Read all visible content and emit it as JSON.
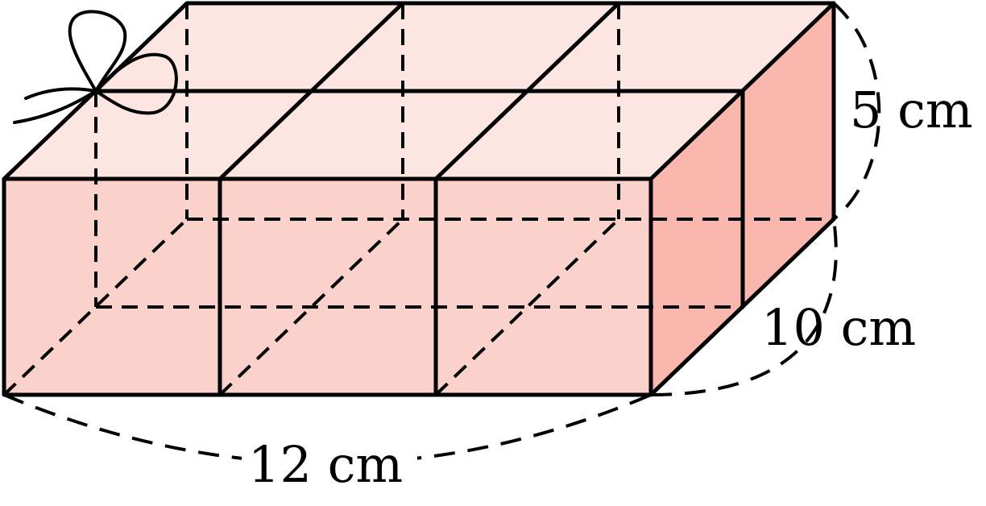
{
  "figure": {
    "type": "gift box (cuboid) with ribbon",
    "dimensions": {
      "length": "12 cm",
      "width": "10 cm",
      "height": "5 cm"
    },
    "grid": {
      "columns": 3,
      "rows": 2
    },
    "colors": {
      "top_face": "#fde6e2",
      "front_face": "#fbd1cb",
      "side_face": "#f9b7ad",
      "lines": "#000000"
    }
  }
}
